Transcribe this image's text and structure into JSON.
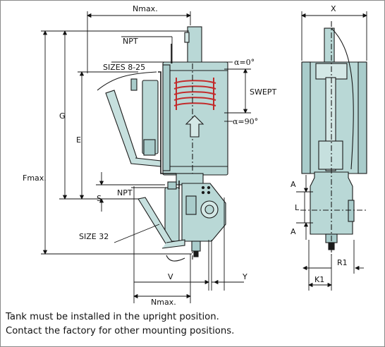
{
  "labels": {
    "n_max_top": "Nmax.",
    "x": "X",
    "npt_top": "NPT",
    "alpha_0": "α=0°",
    "sizes_8_25": "SIZES 8-25",
    "swept": "SWEPT",
    "alpha_90": "α=90°",
    "g": "G",
    "e": "E",
    "f_max": "Fmax.",
    "npt_bottom": "NPT",
    "s": "S",
    "size_32": "SIZE 32",
    "a_top": "A",
    "l": "L",
    "a_bottom": "A",
    "v": "V",
    "y": "Y",
    "r1": "R1",
    "k1": "K1",
    "n_max_bottom": "Nmax."
  },
  "caption": {
    "line1": "Tank must be installed in the upright position.",
    "line2": "Contact the factory for other mounting positions."
  },
  "colors": {
    "body_fill": "#b9d8d6",
    "outline": "#1a1a1a",
    "coil": "#c22a2a"
  }
}
